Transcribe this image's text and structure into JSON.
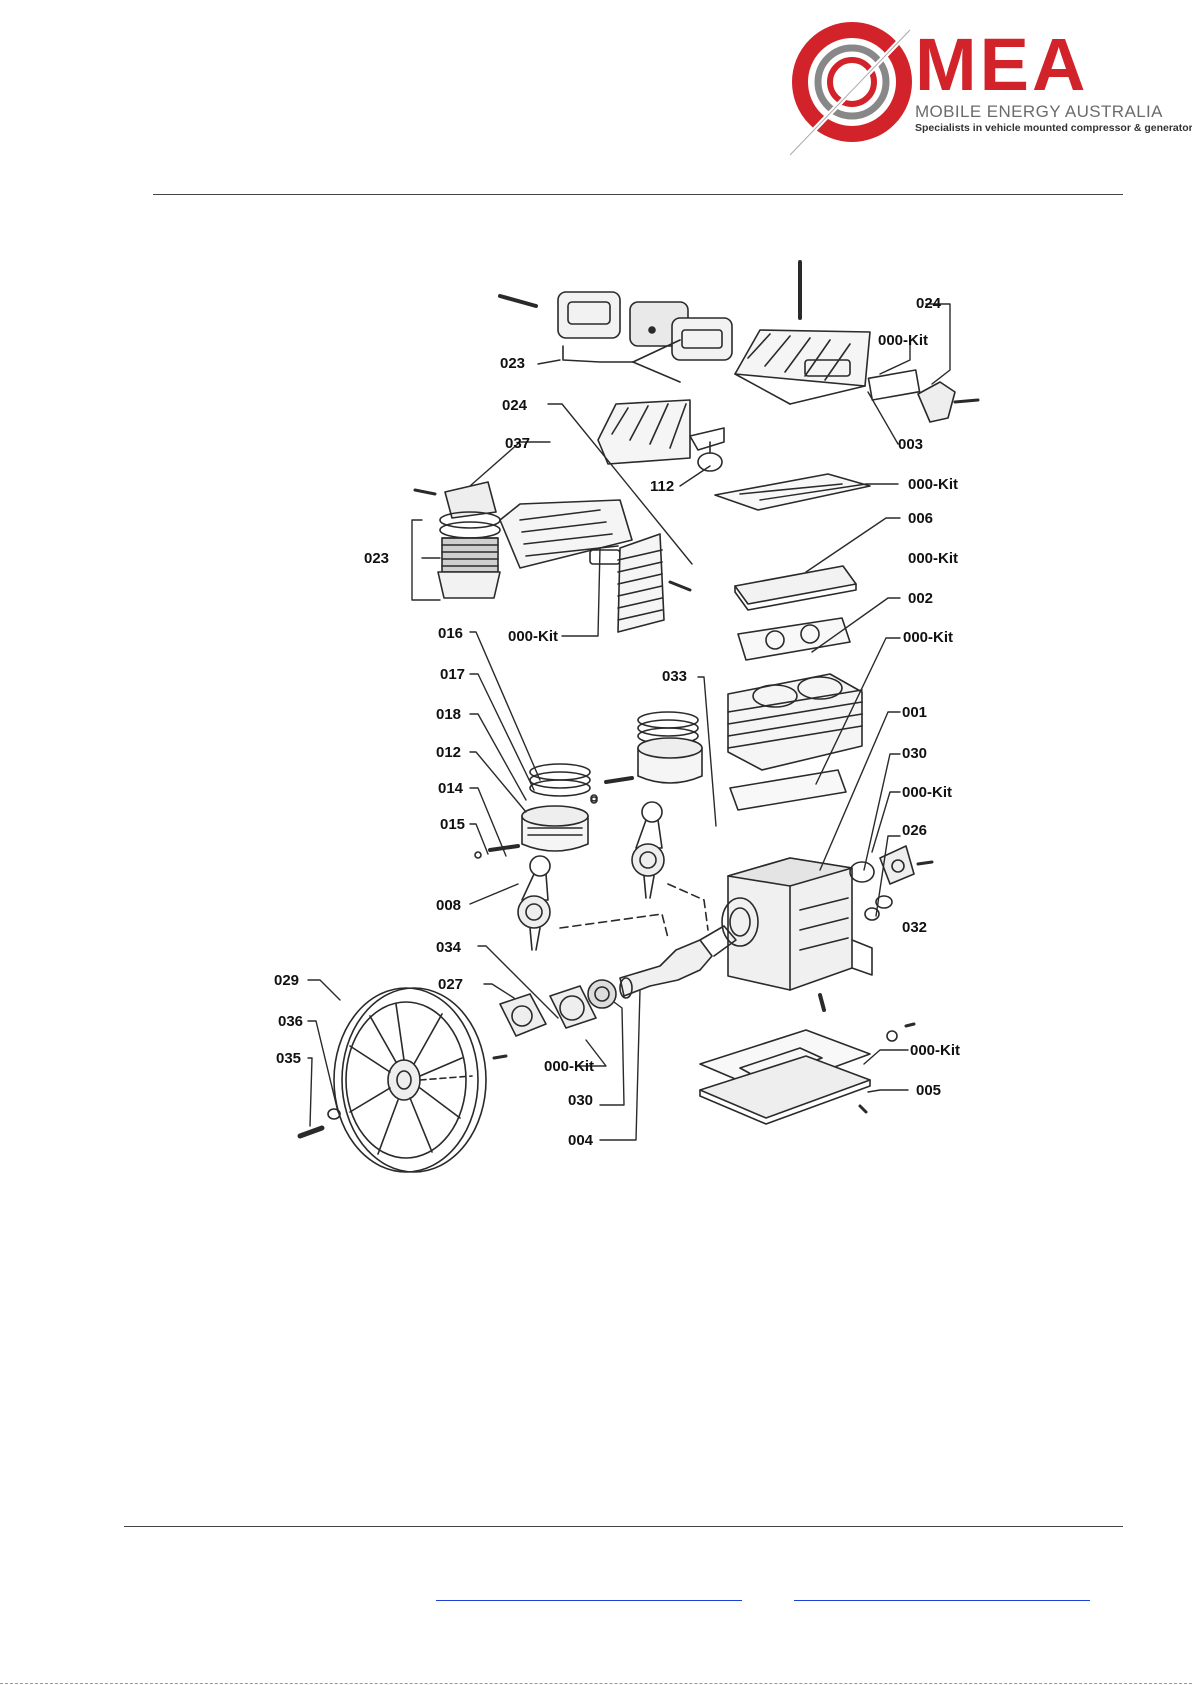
{
  "logo": {
    "wordmark": "MEA",
    "company": "MOBILE ENERGY AUSTRALIA",
    "tagline": "Specialists in vehicle mounted compressor & generator systems",
    "colors": {
      "red": "#d2232a",
      "grey": "#6b6b6b"
    }
  },
  "diagram": {
    "labels": {
      "l_023a": "023",
      "l_024a": "024",
      "l_000k_1": "000-Kit",
      "l_003": "003",
      "l_024b": "024",
      "l_037": "037",
      "l_112": "112",
      "l_000k_2": "000-Kit",
      "l_023b": "023",
      "l_006": "006",
      "l_000k_3": "000-Kit",
      "l_000k_4": "000-Kit",
      "l_002": "002",
      "l_016": "016",
      "l_000k_5": "000-Kit",
      "l_017": "017",
      "l_033": "033",
      "l_001": "001",
      "l_018": "018",
      "l_012": "012",
      "l_030a": "030",
      "l_014": "014",
      "l_000k_6": "000-Kit",
      "l_026": "026",
      "l_015": "015",
      "l_008": "008",
      "l_032": "032",
      "l_034": "034",
      "l_029": "029",
      "l_027": "027",
      "l_036": "036",
      "l_000k_7": "000-Kit",
      "l_035": "035",
      "l_000k_8": "000-Kit",
      "l_005": "005",
      "l_030b": "030",
      "l_004": "004"
    }
  },
  "footer": {
    "links": 2,
    "link_color": "#1d3fd6"
  }
}
